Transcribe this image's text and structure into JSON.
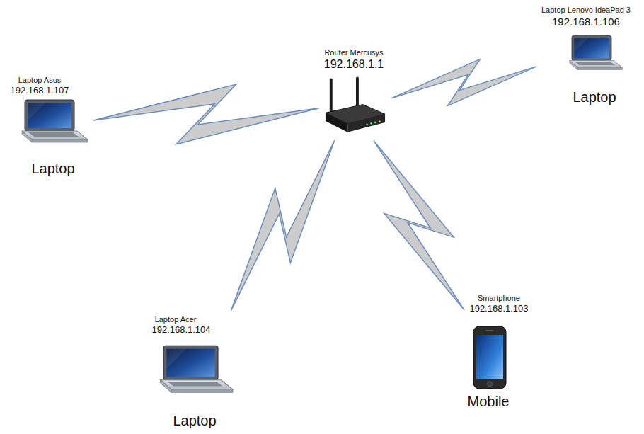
{
  "diagram": {
    "nodes": [
      {
        "text": [
          "Laptop Lenovo IdeaPad 3",
          "192.168.1.106",
          "Laptop"
        ]
      },
      {
        "text": [
          "Router Mercusys",
          "192.168.1.1"
        ]
      },
      {
        "text": [
          "Laptop Asus",
          "192.168.1.107",
          "Laptop"
        ]
      },
      {
        "text": [
          "Smartphone",
          "192.168.1.103",
          "Mobile"
        ]
      },
      {
        "text": [
          "Laptop Acer",
          "192.168.1.104",
          "Laptop"
        ]
      }
    ],
    "edges": [
      {
        "from": 1,
        "to": 2,
        "arrow": "none"
      },
      {
        "from": 1,
        "to": 0,
        "arrow": "none"
      },
      {
        "from": 1,
        "to": 4,
        "arrow": "none"
      },
      {
        "from": 1,
        "to": 3,
        "arrow": "none"
      }
    ]
  }
}
